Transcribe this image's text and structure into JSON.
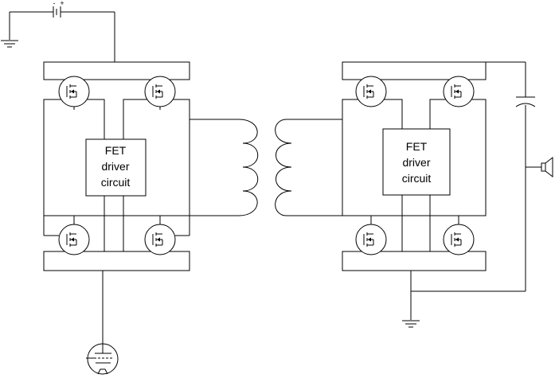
{
  "driver_left": {
    "line1": "FET",
    "line2": "driver",
    "line3": "circuit"
  },
  "driver_right": {
    "line1": "FET",
    "line2": "driver",
    "line3": "circuit"
  },
  "components": {
    "battery_icon": "battery-icon",
    "ground_icon": "ground-icon",
    "transformer_icon": "transformer-icon",
    "capacitor_icon": "capacitor-icon",
    "speaker_icon": "speaker-icon",
    "vacuum_tube_icon": "vacuum-tube-icon",
    "mosfet_icon": "mosfet-icon"
  }
}
